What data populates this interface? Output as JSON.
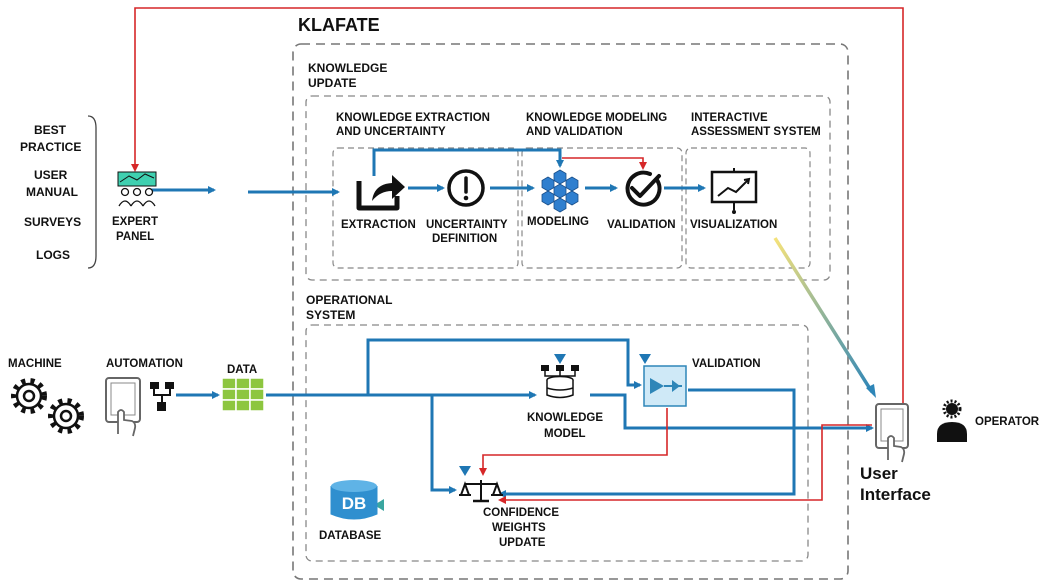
{
  "title": "KLAFATE",
  "sections": {
    "knowledge_update": [
      "KNOWLEDGE",
      "UPDATE"
    ],
    "ke": [
      "KNOWLEDGE EXTRACTION",
      "AND UNCERTAINTY"
    ],
    "km": [
      "KNOWLEDGE MODELING",
      "AND VALIDATION"
    ],
    "ia": [
      "INTERACTIVE",
      "ASSESSMENT SYSTEM"
    ],
    "operational": [
      "OPERATIONAL",
      "SYSTEM"
    ]
  },
  "sources": [
    "BEST",
    "PRACTICE",
    "USER",
    "MANUAL",
    "SURVEYS",
    "LOGS"
  ],
  "expert_panel": [
    "EXPERT",
    "PANEL"
  ],
  "nodes": {
    "extraction": "EXTRACTION",
    "uncertainty": [
      "UNCERTAINTY",
      "DEFINITION"
    ],
    "modeling": "MODELING",
    "validation_top": "VALIDATION",
    "visualization": "VISUALIZATION",
    "machine": "MACHINE",
    "automation": "AUTOMATION",
    "data": "DATA",
    "knowledge_model": [
      "KNOWLEDGE",
      "MODEL"
    ],
    "validation_op": "VALIDATION",
    "confidence": [
      "CONFIDENCE",
      "WEIGHTS",
      "UPDATE"
    ],
    "database": "DATABASE",
    "db_icon_text": "DB",
    "operator": "OPERATOR",
    "user_interface": [
      "User",
      "Interface"
    ]
  },
  "colors": {
    "blue": "#1f77b4",
    "red": "#d62728",
    "yellow": "#f2df6b",
    "teal": "#3aa6a0",
    "dash": "#777777",
    "green": "#8dc63f"
  }
}
